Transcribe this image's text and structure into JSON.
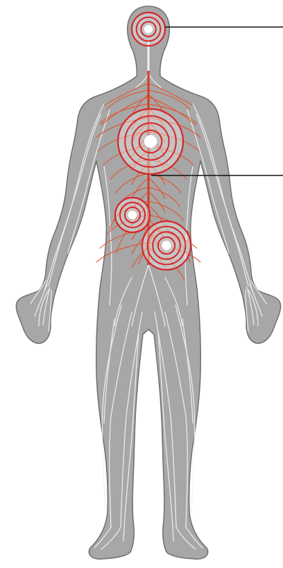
{
  "figure": {
    "colors": {
      "background": "#ffffff",
      "body_fill": "#a7a7a7",
      "body_outline": "#6f6f6f",
      "nerve_white": "#f1f1f1",
      "nerve_red": "#e2512c",
      "spine": "#cf3f24",
      "ring_red": "#d4262a",
      "pointer_line": "#111111"
    }
  },
  "hotspots": [
    {
      "name": "brain",
      "ring_count": 3
    },
    {
      "name": "upper-spine",
      "ring_count": 4
    },
    {
      "name": "left-abdomen",
      "ring_count": 3
    },
    {
      "name": "right-abdomen",
      "ring_count": 4
    }
  ],
  "pointers": [
    {
      "name": "brain"
    },
    {
      "name": "spinal-cord"
    }
  ]
}
